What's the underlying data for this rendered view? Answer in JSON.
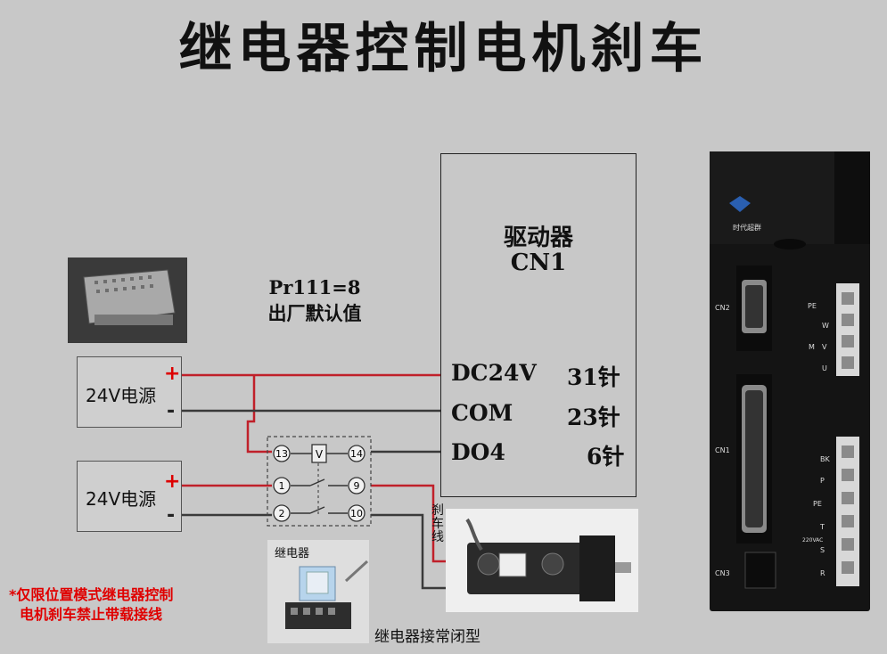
{
  "title": "继电器控制电机刹车",
  "param": {
    "line1": "Pr111=8",
    "line2": "出厂默认值"
  },
  "driver": {
    "line1": "驱动器",
    "line2": "CN1",
    "pins": [
      {
        "signal": "DC24V",
        "pin": "31针"
      },
      {
        "signal": "COM",
        "pin": "23针"
      },
      {
        "signal": "DO4",
        "pin": "6针"
      }
    ]
  },
  "psu": [
    {
      "label": "24V电源",
      "plus": "+",
      "minus": "-"
    },
    {
      "label": "24V电源",
      "plus": "+",
      "minus": "-"
    }
  ],
  "relay_pins": {
    "p13": "13",
    "coil": "V",
    "p14": "14",
    "p1": "1",
    "p9": "9",
    "p2": "2",
    "p10": "10"
  },
  "relay_photo_label": "继电器",
  "brake_label": "刹车线",
  "warning": {
    "line1": "*仅限位置模式继电器控制",
    "line2": "电机刹车禁止带载接线"
  },
  "relay_type": "继电器接常闭型",
  "drive_panel": {
    "brand": "时代超群",
    "ports": [
      "CN2",
      "CN1",
      "CN3"
    ],
    "top_terminals": [
      "PE",
      "W",
      "V",
      "U"
    ],
    "bottom_terminals": [
      "BK",
      "P",
      "PE",
      "T",
      "S",
      "R"
    ],
    "ac_label": "220VAC",
    "motor_symbol": "M"
  },
  "colors": {
    "red_wire": "#c0202a",
    "dark_wire": "#3a3a3a",
    "background": "#c8c8c8"
  }
}
